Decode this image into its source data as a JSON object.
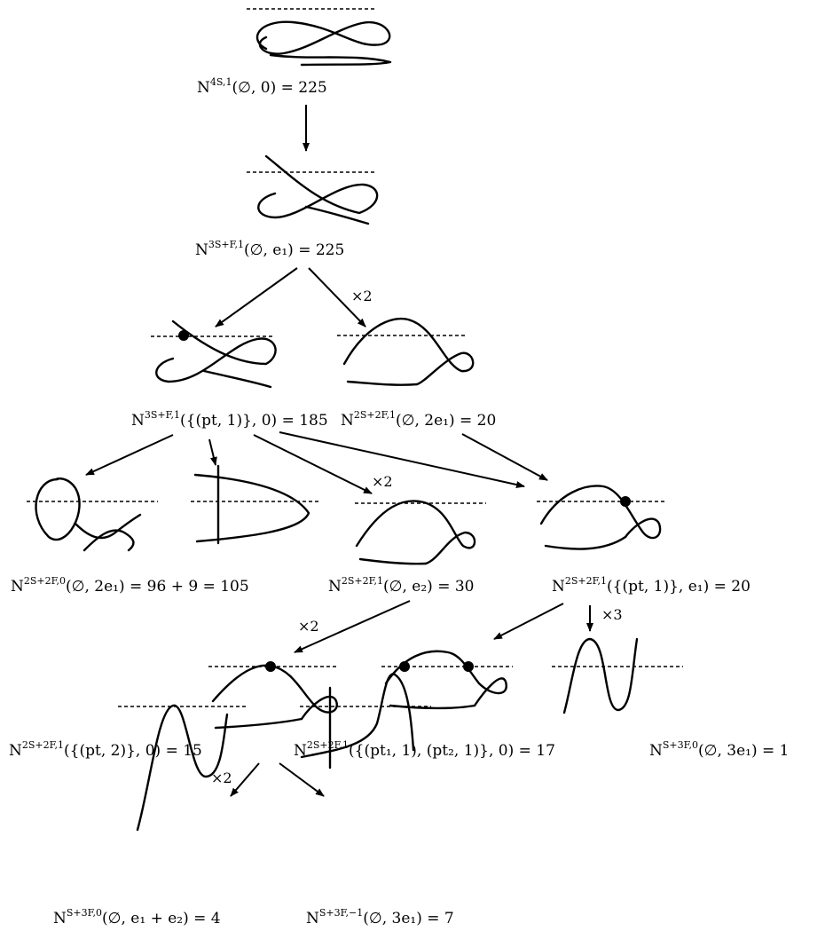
{
  "nodes": [
    {
      "id": "n1",
      "N": "N",
      "sup": "4S,1",
      "args": "(∅, 0)",
      "eq": "= 225"
    },
    {
      "id": "n2",
      "N": "N",
      "sup": "3S+F,1",
      "args": "(∅, e₁)",
      "eq": "= 225"
    },
    {
      "id": "n3",
      "N": "N",
      "sup": "3S+F,1",
      "args": "({(pt, 1)}, 0)",
      "eq": "= 185"
    },
    {
      "id": "n4",
      "N": "N",
      "sup": "2S+2F,1",
      "args": "(∅, 2e₁)",
      "eq": "= 20"
    },
    {
      "id": "n5",
      "N": "N",
      "sup": "2S+2F,0",
      "args": "(∅, 2e₁)",
      "eq": "= 96 + 9 = 105"
    },
    {
      "id": "n6",
      "N": "N",
      "sup": "2S+2F,1",
      "args": "(∅, e₂)",
      "eq": "= 30"
    },
    {
      "id": "n7",
      "N": "N",
      "sup": "2S+2F,1",
      "args": "({(pt, 1)}, e₁)",
      "eq": "= 20"
    },
    {
      "id": "n8",
      "N": "N",
      "sup": "2S+2F,1",
      "args": "({(pt, 2)}, 0)",
      "eq": "= 15"
    },
    {
      "id": "n9",
      "N": "N",
      "sup": "2S+2F,1",
      "args": "({(pt₁, 1), (pt₂, 1)}, 0)",
      "eq": "= 17"
    },
    {
      "id": "n10",
      "N": "N",
      "sup": "S+3F,0",
      "args": "(∅, 3e₁)",
      "eq": "= 1"
    },
    {
      "id": "n11",
      "N": "N",
      "sup": "S+3F,0",
      "args": "(∅, e₁ + e₂)",
      "eq": "= 4"
    },
    {
      "id": "n12",
      "N": "N",
      "sup": "S+3F,−1",
      "args": "(∅, 3e₁)",
      "eq": "= 7"
    }
  ],
  "multipliers": [
    "×2",
    "×2",
    "×2",
    "×3",
    "×2"
  ]
}
